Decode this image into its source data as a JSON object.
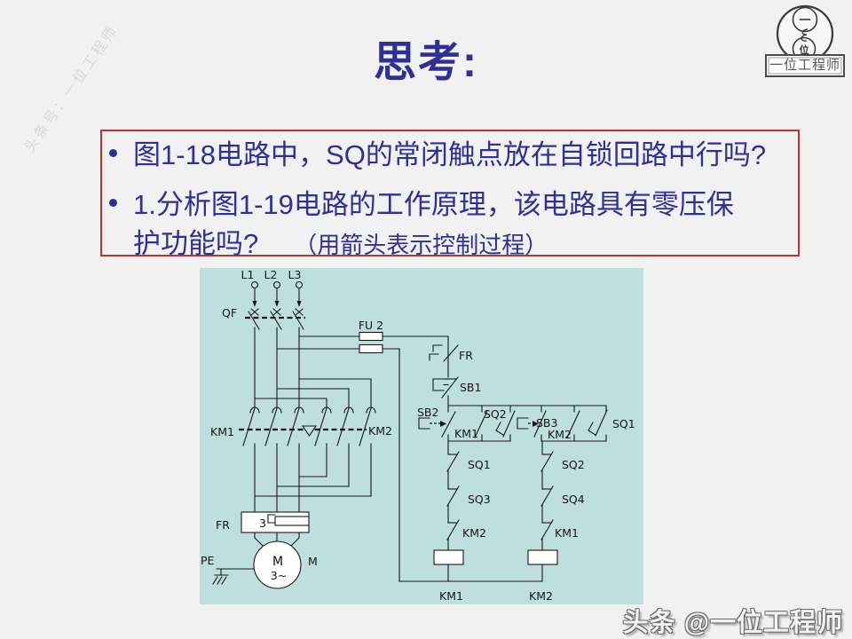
{
  "slide": {
    "title": "思考:",
    "watermark_diagonal": "头条号：一位工程师",
    "footer_watermark": "头条 @一位工程师",
    "logo": {
      "top_char": "一",
      "bottom_char": "位",
      "banner": "一位工程师"
    },
    "questions": {
      "q1": "图1-18电路中，SQ的常闭触点放在自锁回路中行吗?",
      "q2_line1": "1.分析图1-19电路的工作原理，该电路具有零压保",
      "q2_line2": "护功能吗?",
      "q2_note": "（用箭头表示控制过程）"
    }
  },
  "circuit": {
    "power": {
      "l1": "L1",
      "l2": "L2",
      "l3": "L3",
      "qf": "QF",
      "fu2": "FU 2",
      "km1_main": "KM1",
      "km2_main": "KM2",
      "fr_heater": "FR",
      "heater_count": "3",
      "motor_letter": "M",
      "motor_phases": "3~",
      "motor_ref": "M",
      "pe": "PE"
    },
    "control": {
      "fr": "FR",
      "sb1": "SB1",
      "sb2": "SB2",
      "km1_aux": "KM1",
      "sq2_no": "SQ2",
      "sb3": "SB3",
      "km2_aux": "KM2",
      "sq1_no": "SQ1",
      "sq1_nc": "SQ1",
      "sq3_nc": "SQ3",
      "km2_nc": "KM2",
      "sq2_nc": "SQ2",
      "sq4_nc": "SQ4",
      "km1_nc": "KM1",
      "km1_coil": "KM1",
      "km2_coil": "KM2"
    }
  }
}
